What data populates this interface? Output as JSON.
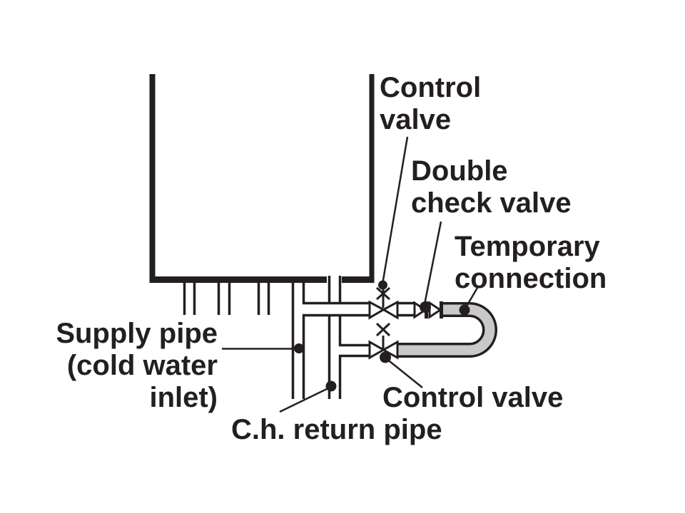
{
  "figure": {
    "type": "piping-schematic",
    "labels": {
      "control_valve_top": "Control\nvalve",
      "double_check_valve": "Double\ncheck valve",
      "temporary_connection": "Temporary\nconnection",
      "supply_pipe": "Supply pipe\n(cold water\ninlet)",
      "ch_return_pipe": "C.h. return pipe",
      "control_valve_bottom": "Control valve"
    }
  },
  "colors": {
    "ink": "#231f20",
    "hose_gray": "#c9c9c7",
    "background": "#ffffff"
  }
}
